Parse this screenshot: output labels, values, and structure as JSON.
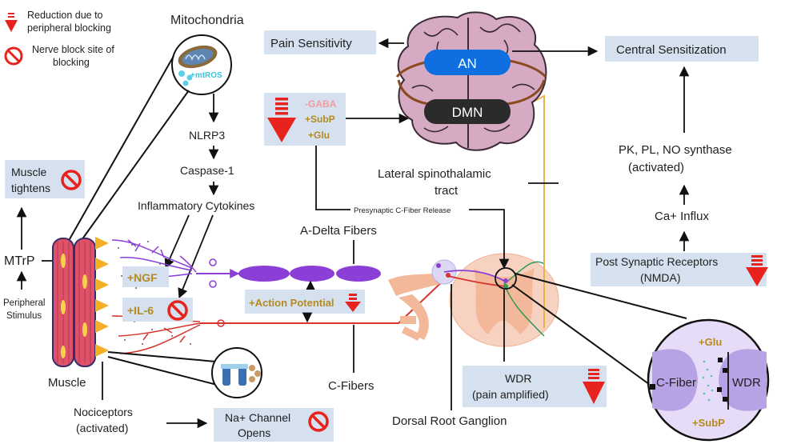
{
  "legend": {
    "reduction": "Reduction due to peripheral blocking",
    "reduction_line1": "Reduction due to",
    "reduction_line2": "peripheral blocking",
    "block_line1": "Nerve block site of",
    "block_line2": "blocking"
  },
  "mito": {
    "title": "Mitochondria",
    "ros": "+mtROS",
    "chain": [
      "NLRP3",
      "Caspase-1",
      "Inflammatory Cytokines"
    ]
  },
  "brain": {
    "an": "AN",
    "dmn": "DMN",
    "pain_sensitivity": "Pain Sensitivity",
    "central_sensitization": "Central Sensitization"
  },
  "neurotransmitters": {
    "gaba": "-GABA",
    "subp": "+SubP",
    "glu": "+Glu"
  },
  "spinal": {
    "lateral_line1": "Lateral spinothalamic",
    "lateral_line2": "tract",
    "presynaptic": "Presynaptic C-Fiber Release",
    "adelta": "A-Delta Fibers",
    "action_potential": "+Action Potential",
    "cfibers": "C-Fibers",
    "drg": "Dorsal Root Ganglion",
    "wdr_line1": "WDR",
    "wdr_line2": "(pain amplified)"
  },
  "right": {
    "pk_line1": "PK, PL, NO synthase",
    "pk_line2": "(activated)",
    "ca": "Ca+ Influx",
    "post_line1": "Post Synaptic Receptors",
    "post_line2": "(NMDA)"
  },
  "synapse": {
    "glu": "+Glu",
    "cfiber": "C-Fiber",
    "wdr": "WDR",
    "subp": "+SubP"
  },
  "left": {
    "muscle_line1": "Muscle",
    "muscle_line2": "tightens",
    "mtrp": "MTrP",
    "peripheral_line1": "Peripheral",
    "peripheral_line2": "Stimulus",
    "muscle": "Muscle",
    "ngf": "+NGF",
    "il6": "+IL-6",
    "nociceptors_line1": "Nociceptors",
    "nociceptors_line2": "(activated)",
    "na_line1": "Na+ Channel",
    "na_line2": "Opens"
  },
  "colors": {
    "box": "#d5e1ef",
    "red_arrow": "#e8231d",
    "brain_pink": "#d5aac2",
    "an_blue": "#0f6fe0",
    "dmn_dark": "#2b2b2b",
    "sub_gold": "#b58a1e",
    "gaba_pink": "#f09aa0",
    "adelta_purple": "#8b3fd6",
    "cfiber_red": "#d8342e",
    "spinal_orange": "#f3b899",
    "synapse_lilac": "#e7dcf8"
  }
}
